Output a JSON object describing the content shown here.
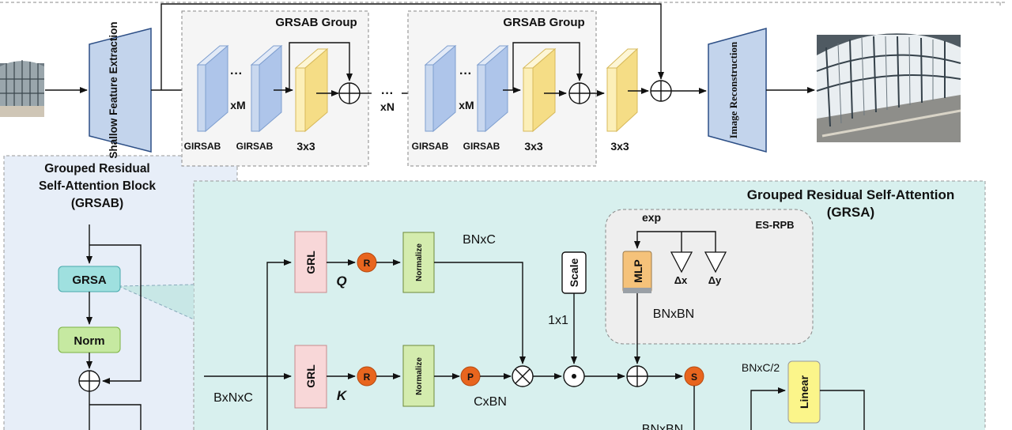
{
  "pipeline": {
    "shallow_feature_extraction": "Shallow Feature Extraction",
    "image_reconstruction": "Image Reconstruction",
    "group1": {
      "title": "GRSAB Group",
      "block1_label": "GIRSAB",
      "block2_label": "GIRSAB",
      "dots": "···",
      "repeat": "xM",
      "conv_label": "3x3"
    },
    "between_groups_dots": "···",
    "between_groups_repeat": "xN",
    "group2": {
      "title": "GRSAB Group",
      "block1_label": "GIRSAB",
      "block2_label": "GIRSAB",
      "dots": "···",
      "repeat": "xM",
      "conv_label": "3x3"
    },
    "final_conv_label": "3x3"
  },
  "grsab": {
    "title_line1": "Grouped Residual",
    "title_line2": "Self-Attention Block",
    "title_line3": "(GRSAB)",
    "grsa_label": "GRSA",
    "norm_label": "Norm"
  },
  "grsa": {
    "title_line1": "Grouped Residual Self-Attention",
    "title_line2": "(GRSA)",
    "input_shape": "BxNxC",
    "grl_q": "GRL",
    "grl_k": "GRL",
    "q_label": "Q",
    "k_label": "K",
    "r_label": "R",
    "p_label": "P",
    "s_label": "S",
    "normalize": "Normalize",
    "q_shape": "BNxC",
    "k_shape": "CxBN",
    "scale_label": "Scale",
    "scale_size": "1x1",
    "attn_shape": "BNxBN",
    "linear_label": "Linear",
    "linear_shape": "BNxC/2",
    "es_rpb": {
      "title": "ES-RPB",
      "exp_label": "exp",
      "mlp_label": "MLP",
      "dx_label": "Δx",
      "dy_label": "Δy",
      "out_shape": "BNxBN"
    }
  },
  "colors": {
    "teal_bg": "#d8f0ee",
    "blue_bg": "#e7eef8",
    "group_bg": "#f5f5f5",
    "pink": "#f8d7d8",
    "green": "#d4ecae",
    "orange": "#e8651e",
    "yellow_block": "#fcefb8",
    "blue_block": "#c9d8ef",
    "trapezoid": "#c3d4ec",
    "mlp": "#f5c27a",
    "linear": "#fbf58a"
  }
}
